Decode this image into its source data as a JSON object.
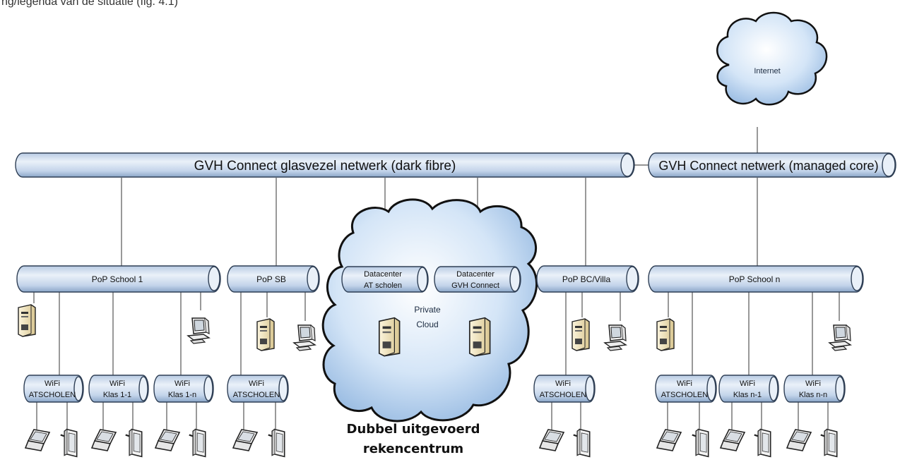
{
  "caption": "ng/legenda van de situatie (fig. 4.1)",
  "cloud_internet": "Internet",
  "backbones": {
    "dark_fibre": "GVH Connect glasvezel netwerk (dark fibre)",
    "managed_core": "GVH Connect netwerk (managed core)"
  },
  "pops": {
    "school1": "PoP School 1",
    "sb": "PoP SB",
    "bc_villa": "PoP BC/Villa",
    "school_n": "PoP School n"
  },
  "datacenters": {
    "at_line1": "Datacenter",
    "at_line2": "AT scholen",
    "gvh_line1": "Datacenter",
    "gvh_line2": "GVH Connect"
  },
  "private_cloud": {
    "line1": "Private",
    "line2": "Cloud"
  },
  "wifi": {
    "prefix": "WiFi",
    "atscholen": "ATSCHOLEN",
    "klas_1_1": "Klas 1-1",
    "klas_1_n": "Klas 1-n",
    "klas_n_1": "Klas n-1",
    "klas_n_n": "Klas n-n"
  },
  "footer": {
    "line1": "Dubbel uitgevoerd",
    "line2": "rekencentrum"
  },
  "colors": {
    "pipe_light": "#d7e3f1",
    "pipe_dark": "#8aa6c8",
    "pipe_stroke": "#2f3f55",
    "cloud_light": "#eef5fc",
    "cloud_dark": "#7fa7d6",
    "server_body": "#efe3bd",
    "line": "#555555"
  },
  "icons": [
    "server-icon",
    "desktop-computer-icon",
    "laptop-icon",
    "tablet-icon",
    "cloud-icon"
  ]
}
